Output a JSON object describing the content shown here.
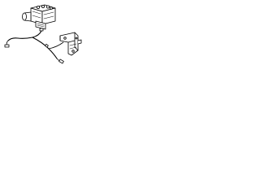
{
  "diagram": {
    "parts": [
      {
        "name": "abs-modulator-unit",
        "icon": "hydraulic-block-with-motor"
      },
      {
        "name": "mounting-bracket",
        "icon": "l-bracket-with-holes"
      },
      {
        "name": "wiring-harness",
        "icon": "cable-with-connectors"
      }
    ],
    "colors": {
      "line": "#000000",
      "background": "#ffffff"
    }
  }
}
